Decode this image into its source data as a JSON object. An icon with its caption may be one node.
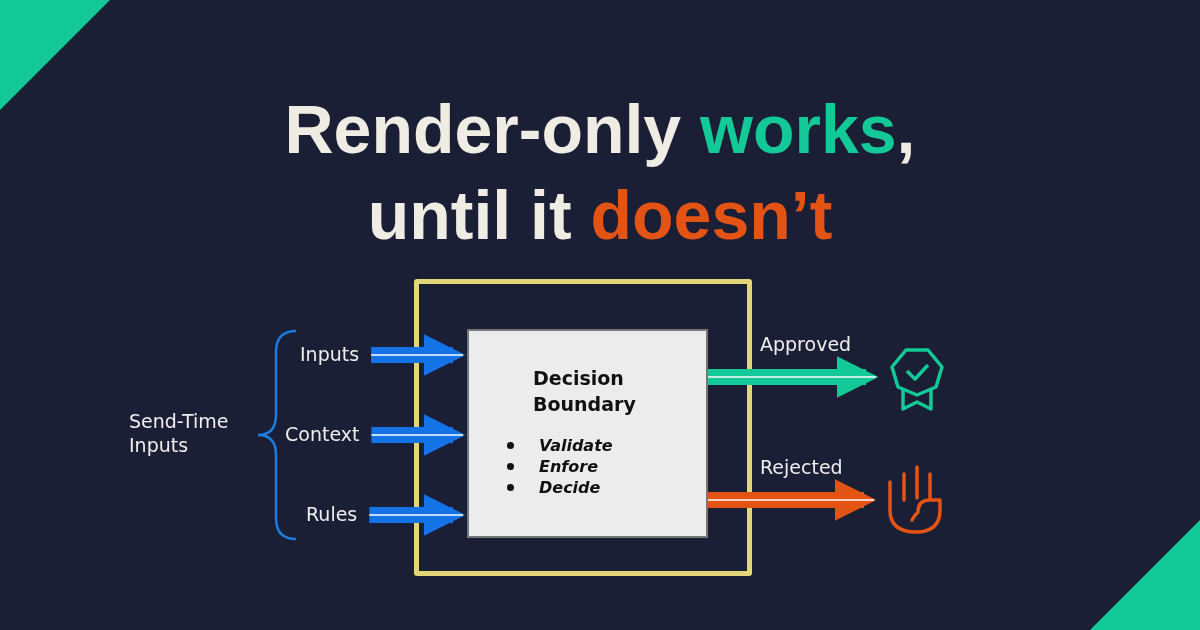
{
  "diagram": {
    "title": "Render-only **works**, until it **doesn’t**",
    "nodes": [
      {
        "text": [],
        "shape": "box"
      },
      {
        "text": [
          "Decision Boundary",
          "Validate",
          "Enfore",
          "Decide"
        ],
        "in": 0
      },
      {
        "text": [
          "Inputs"
        ]
      },
      {
        "text": [
          "Context"
        ]
      },
      {
        "text": [
          "Rules"
        ]
      },
      {
        "text": [],
        "shape": "badge"
      },
      {
        "text": [],
        "shape": "hand"
      }
    ],
    "edges": [
      {
        "from": 2,
        "to": 1,
        "arrow": "to"
      },
      {
        "from": 3,
        "to": 1,
        "arrow": "to"
      },
      {
        "from": 4,
        "to": 1,
        "arrow": "to"
      },
      {
        "from": 1,
        "to": 5,
        "arrow": "to",
        "label": "Approved",
        "color": "#12c997"
      },
      {
        "from": 1,
        "to": 6,
        "arrow": "to",
        "label": "Rejected",
        "color": "#e35314"
      }
    ],
    "labels": [
      "Send-Time Inputs"
    ]
  }
}
